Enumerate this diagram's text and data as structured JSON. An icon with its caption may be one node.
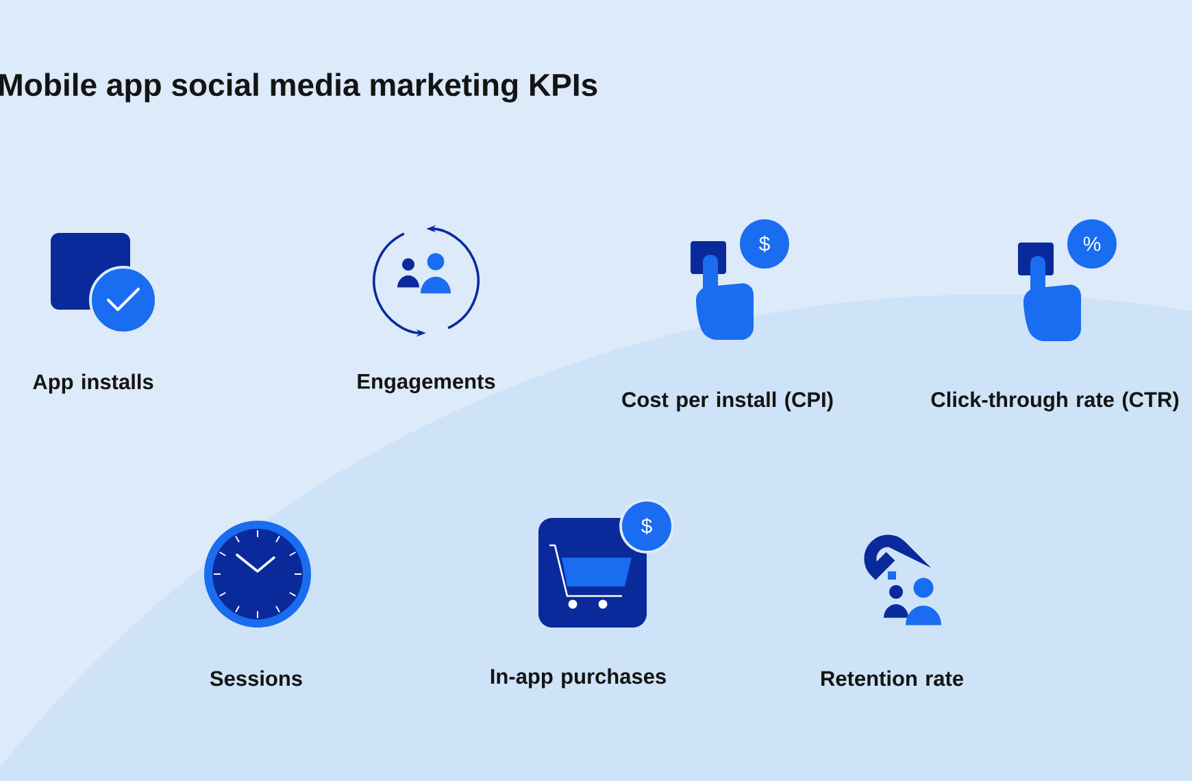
{
  "diagram": {
    "title": "Mobile app social media marketing KPIs",
    "labels": [
      "$",
      "%",
      "App installs",
      "Engagements",
      "Cost per install (CPI)",
      "Click-through rate (CTR)",
      "$",
      "Sessions",
      "In-app purchases",
      "Retention rate"
    ]
  }
}
